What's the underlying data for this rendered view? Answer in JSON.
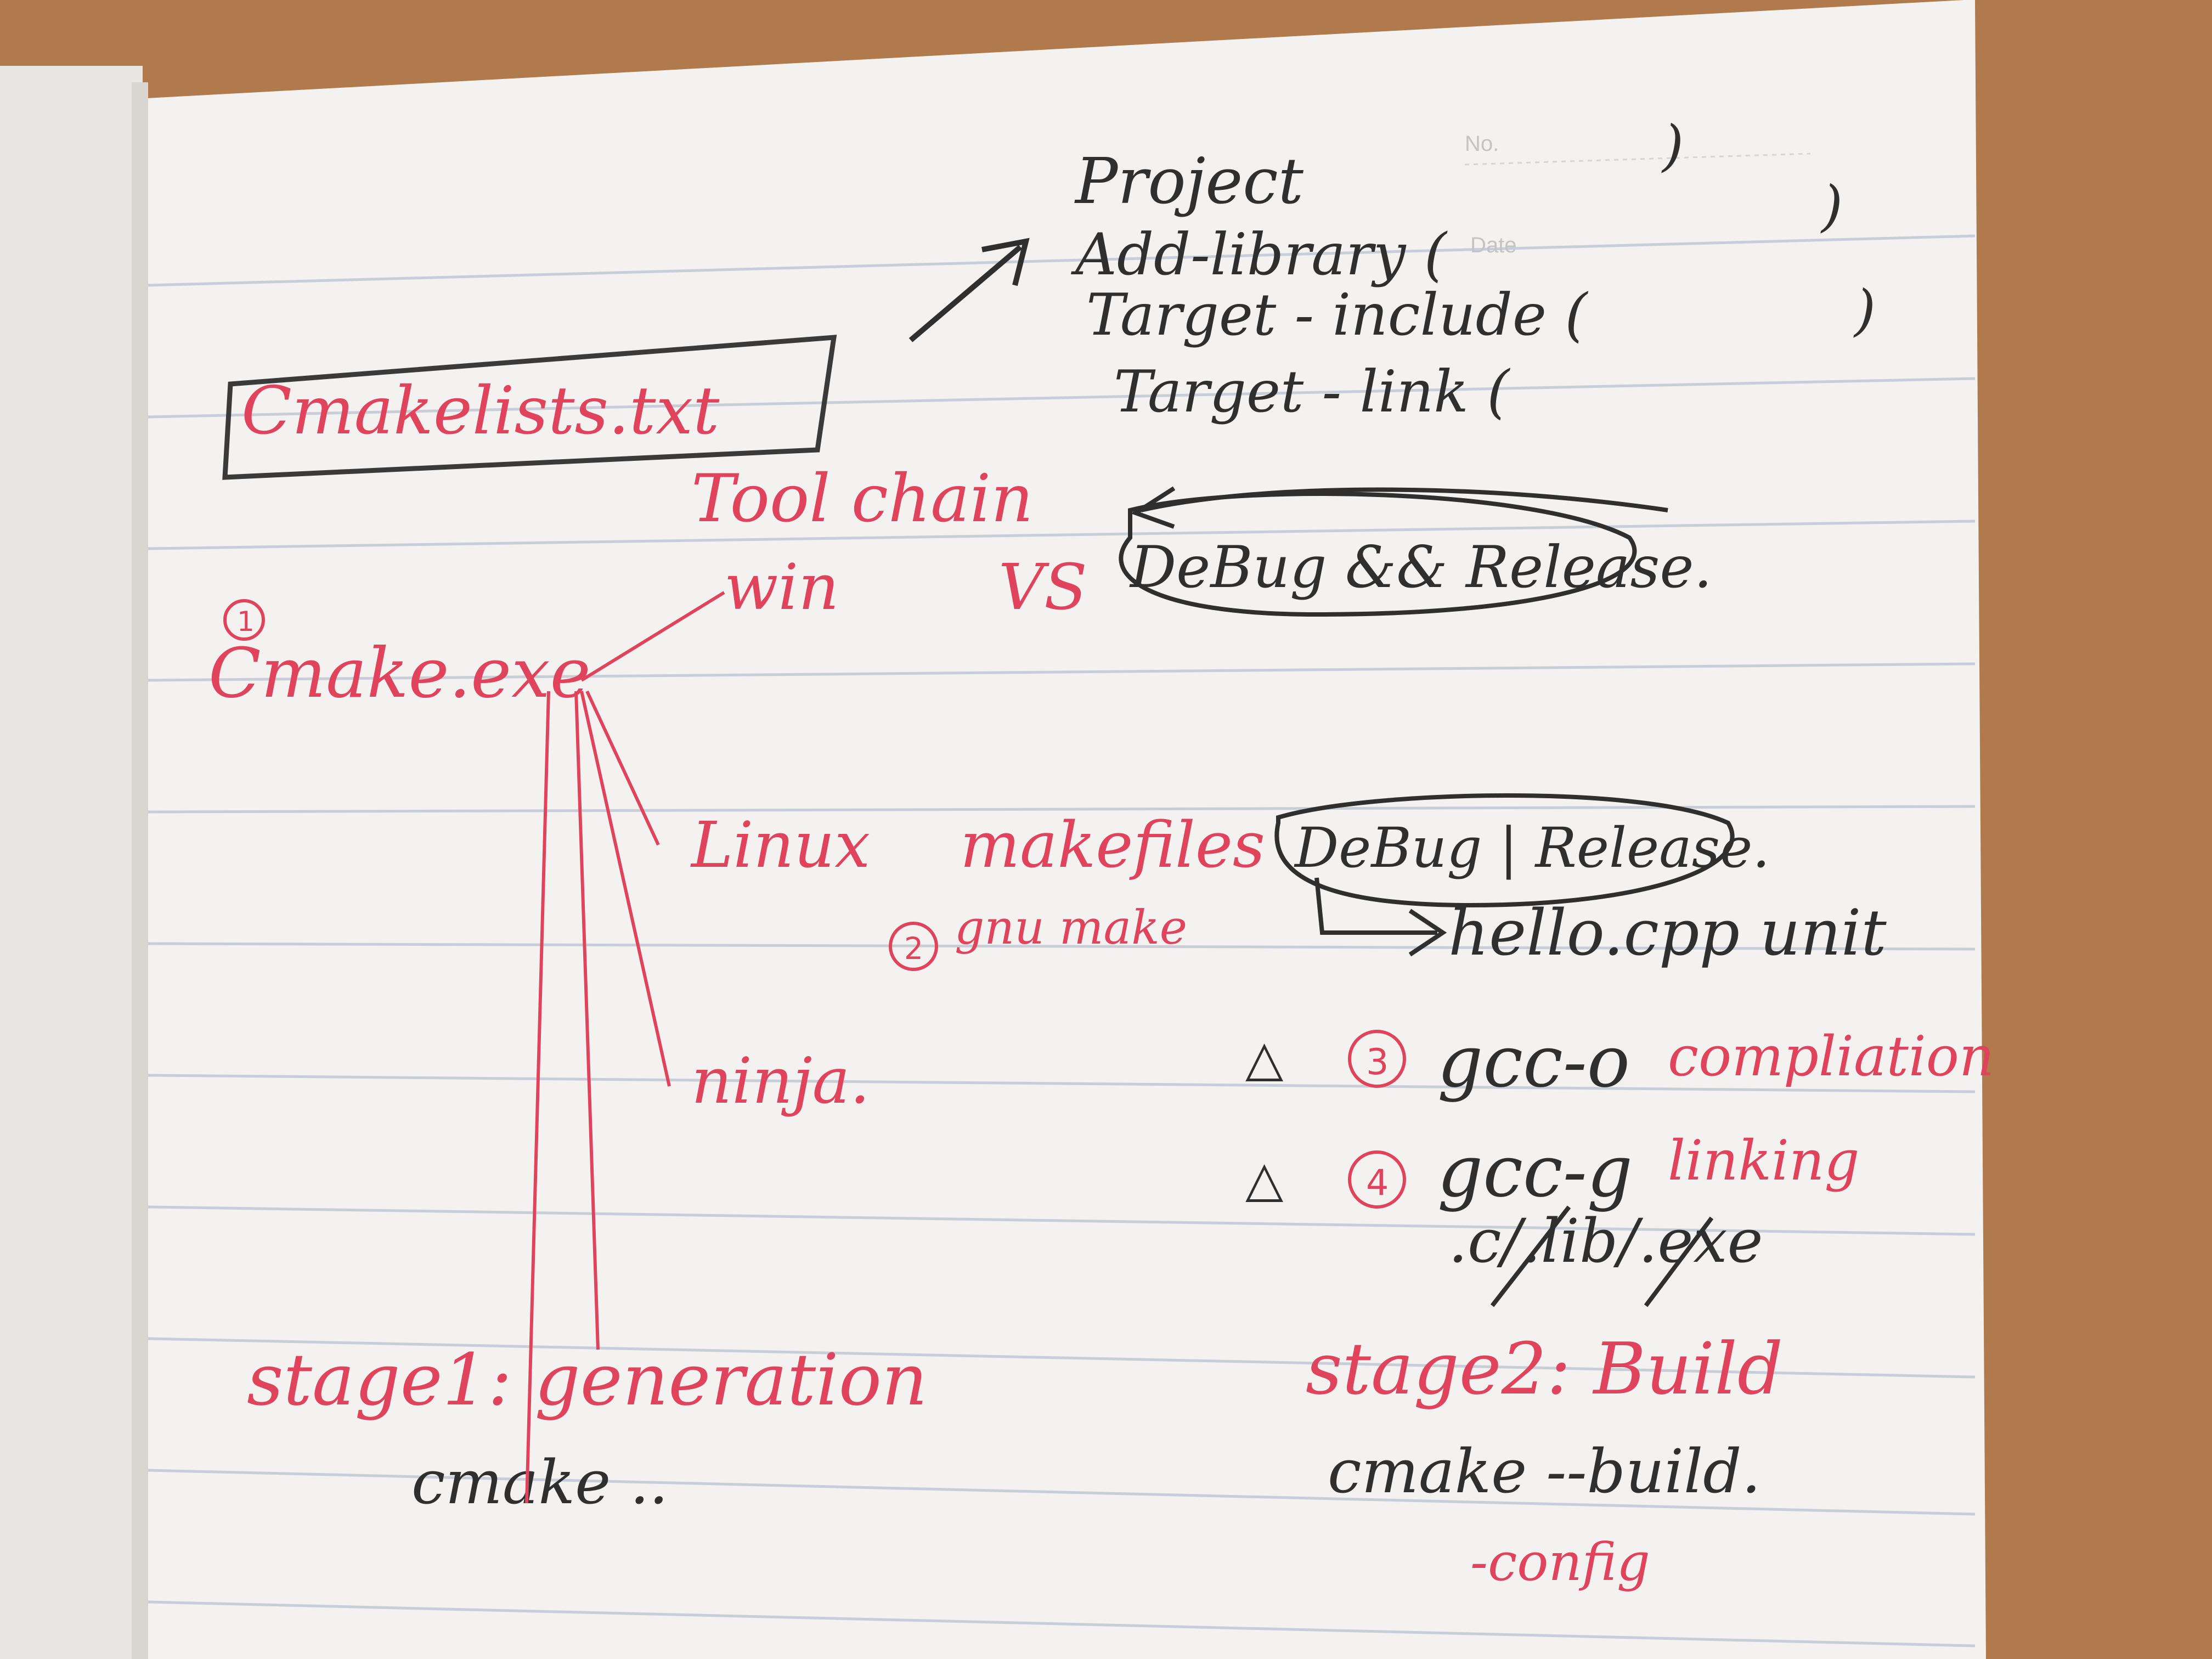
{
  "colors": {
    "desk": "#b07a4c",
    "paper": "#f3f2f0",
    "rule_line": "#c9cdd6",
    "black_ink": "#2f2f2f",
    "red_ink": "#e0445c"
  },
  "printed": {
    "no_label": "No.",
    "date_label": "Date"
  },
  "notes": {
    "cmake_lists": "Cmakelists.txt",
    "commands": [
      "Project",
      "Add-library (",
      "Target - include (",
      "Target - link ("
    ],
    "toolchain": "Tool chain",
    "win": "win",
    "vs": "VS",
    "debug_and_release": "DeBug && Release.",
    "step1_num": "1",
    "cmake_exe": "Cmake.exe",
    "linux": "Linux",
    "makefiles": "makefiles",
    "debug_or_release": "DeBug | Release.",
    "step2_num": "2",
    "gnu_make": "gnu make",
    "hello_cpp": "hello.cpp unit",
    "ninja": "ninja.",
    "step3": "gcc-o",
    "step3_num": "3",
    "compilation": "compliation",
    "step4": "gcc-g",
    "step4_num": "4",
    "linking": "linking",
    "outputs": ".c/.lib/.exe",
    "stage1": "stage1: generation",
    "stage1_cmd": "cmake ..",
    "stage2": "stage2: Build",
    "stage2_cmd": "cmake --build.",
    "config": "-config"
  }
}
